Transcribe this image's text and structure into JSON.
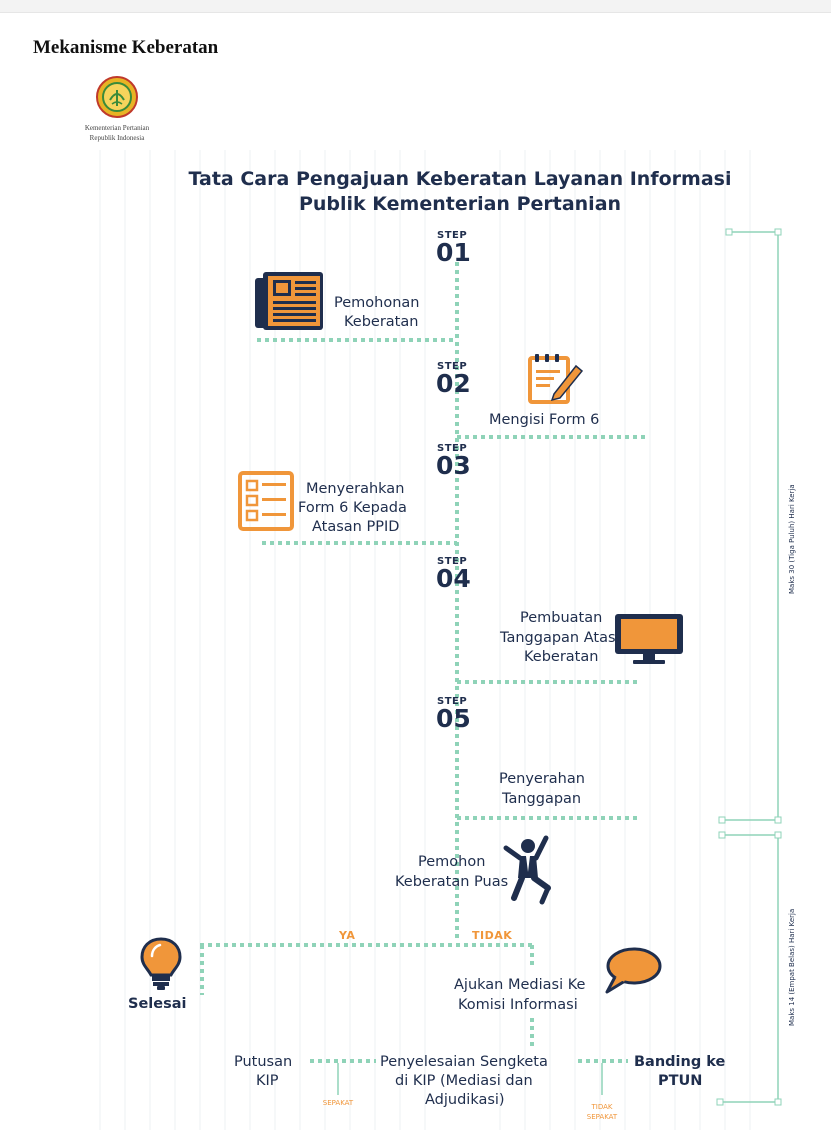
{
  "heading": "Mekanisme Keberatan",
  "logo": {
    "line1": "Kementerian Pertanian",
    "line2": "Republik Indonesia"
  },
  "title": {
    "line1": "Tata Cara Pengajuan Keberatan Layanan Informasi",
    "line2": "Publik Kementerian Pertanian"
  },
  "steps": [
    {
      "word": "STEP",
      "num": "01",
      "label_lines": [
        "Pemohonan",
        "Keberatan"
      ],
      "icon": "newspaper-icon"
    },
    {
      "word": "STEP",
      "num": "02",
      "label_lines": [
        "Mengisi Form 6"
      ],
      "icon": "notepad-pencil-icon"
    },
    {
      "word": "STEP",
      "num": "03",
      "label_lines": [
        "Menyerahkan",
        "Form 6 Kepada",
        "Atasan PPID"
      ],
      "icon": "form-checklist-icon"
    },
    {
      "word": "STEP",
      "num": "04",
      "label_lines": [
        "Pembuatan",
        "Tanggapan Atas",
        "Keberatan"
      ],
      "icon": "monitor-icon"
    },
    {
      "word": "STEP",
      "num": "05",
      "label_lines": [
        "Penyerahan",
        "Tanggapan"
      ],
      "icon": ""
    }
  ],
  "decision": {
    "label_lines": [
      "Pemohon",
      "Keberatan Puas"
    ],
    "icon": "jumping-person-icon",
    "yes_label": "YA",
    "no_label": "TIDAK"
  },
  "end": {
    "label": "Selesai",
    "icon": "lightbulb-icon"
  },
  "mediation": {
    "label_lines": [
      "Ajukan Mediasi Ke",
      "Komisi Informasi"
    ],
    "icon": "speech-bubble-icon"
  },
  "dispute": {
    "label_lines": [
      "Penyelesaian Sengketa",
      "di KIP (Mediasi dan",
      "Adjudikasi)"
    ]
  },
  "decision_kip": {
    "label_lines": [
      "Putusan",
      "KIP"
    ],
    "agree_label": "SEPAKAT"
  },
  "appeal": {
    "label_lines": [
      "Banding ke",
      "PTUN"
    ],
    "disagree_lines": [
      "TIDAK",
      "SEPAKAT"
    ]
  },
  "timeframes": [
    "Maks 30 (Tiga Puluh) Hari Kerja",
    "Maks 14 (Empat Belas) Hari Kerja"
  ],
  "colors": {
    "navy": "#1f2e4d",
    "orange": "#f0963a",
    "dotted_green": "#8fd3b8"
  }
}
